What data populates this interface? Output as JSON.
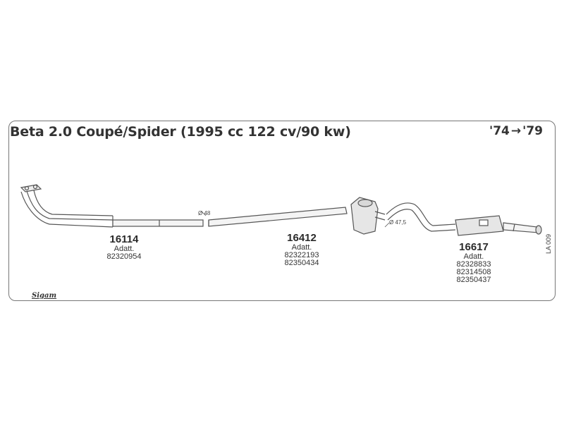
{
  "header": {
    "title": "Beta 2.0 Coupé/Spider (1995 cc 122 cv/90 kw)",
    "year_from": "'74",
    "arrow": "→",
    "year_to": "'79"
  },
  "parts": [
    {
      "number": "16114",
      "adatt_label": "Adatt.",
      "refs": [
        "82320954"
      ]
    },
    {
      "number": "16412",
      "adatt_label": "Adatt.",
      "refs": [
        "82322193",
        "82350434"
      ]
    },
    {
      "number": "16617",
      "adatt_label": "Adatt.",
      "refs": [
        "82328833",
        "82314508",
        "82350437"
      ]
    }
  ],
  "diameters": {
    "pipe_front": "48",
    "pipe_rear": "47,5",
    "symbol": "Ø"
  },
  "diagram_code": "LA 009",
  "logo": "Sigam"
}
